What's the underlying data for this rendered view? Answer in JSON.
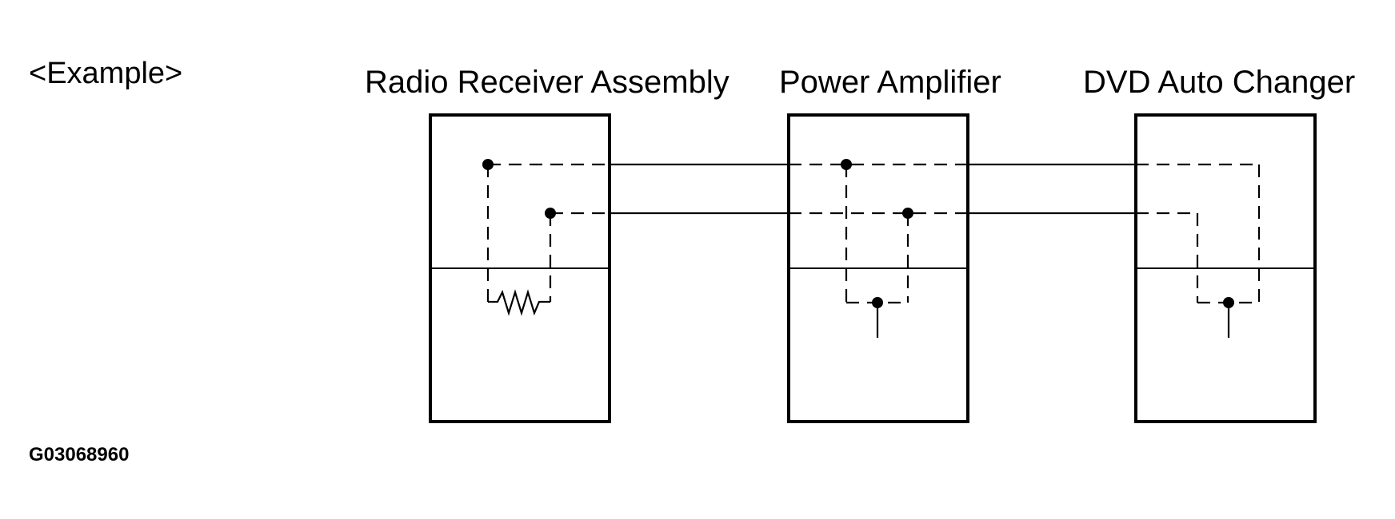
{
  "example_label": "<Example>",
  "figure_code": "G03068960",
  "components": {
    "radio": "Radio Receiver Assembly",
    "amplifier": "Power Amplifier",
    "dvd": "DVD Auto Changer"
  }
}
